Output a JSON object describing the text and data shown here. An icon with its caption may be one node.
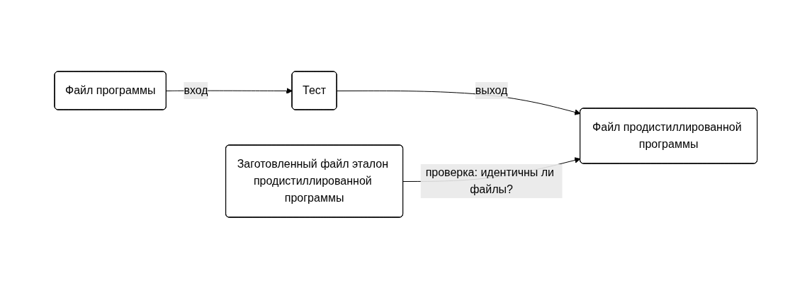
{
  "diagram": {
    "nodes": [
      {
        "text": [
          "Файл программы"
        ]
      },
      {
        "text": [
          "Тест"
        ]
      },
      {
        "text": [
          "Файл продистиллированной программы"
        ]
      },
      {
        "text": [
          "Заготовленный файл эталон продистиллированной программы"
        ]
      }
    ],
    "edges": [
      {
        "from": 0,
        "to": 1,
        "arrow": "to",
        "label": "вход"
      },
      {
        "from": 1,
        "to": 2,
        "arrow": "to",
        "label": "выход"
      },
      {
        "from": 3,
        "to": 2,
        "arrow": "to",
        "label": "проверка: идентичны ли файлы?"
      }
    ]
  }
}
